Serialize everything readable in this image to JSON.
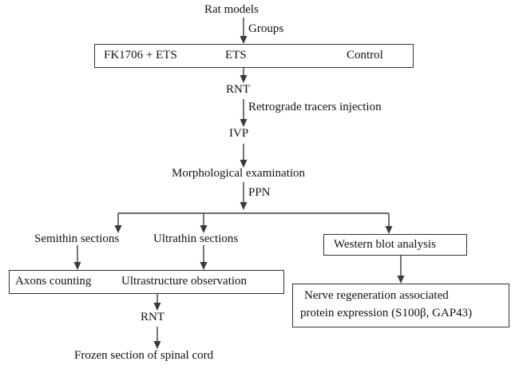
{
  "diagram": {
    "title_node": "Rat   models",
    "nodes": {
      "rat_models": "Rat   models",
      "rnt_1": "RNT",
      "ivp": "IVP",
      "morphological_examination": "Morphological examination",
      "semithin_sections": "Semithin sections",
      "ultrathin_sections": "Ultrathin sections",
      "rnt_2": "RNT",
      "frozen_section": "Frozen section of spinal cord"
    },
    "edge_labels": {
      "groups": "Groups",
      "retrograde_tracers": "Retrograde tracers injection",
      "ppn": "PPN"
    },
    "boxes": {
      "groups_box": {
        "items": [
          "FK1706 + ETS",
          "ETS",
          "Control"
        ]
      },
      "sections_box": {
        "items": [
          "Axons counting",
          "Ultrastructure observation"
        ]
      },
      "western_blot_box": {
        "label": "Western blot analysis"
      },
      "protein_expression_box": {
        "line1": "Nerve regeneration associated",
        "line2": "protein expression (S100β, GAP43)"
      }
    },
    "colors": {
      "stroke": "#3a3a3a",
      "box_border": "#333333",
      "text": "#111111",
      "background": "#ffffff"
    }
  }
}
